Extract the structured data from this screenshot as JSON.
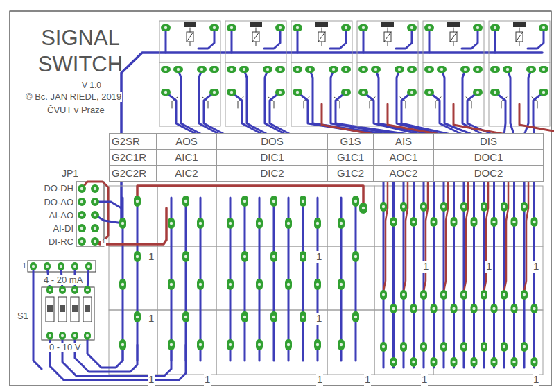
{
  "diagram": {
    "title": "SIGNAL SWITCH",
    "labels": [
      "V 1.0",
      "© Bc. JAN RIEDL, 2019",
      "ČVUT v Praze",
      "G2SR",
      "AOS",
      "DOS",
      "G1S",
      "AIS",
      "DIS",
      "G2C1R",
      "AIC1",
      "DIC1",
      "G1C1",
      "AOC1",
      "DOC1",
      "G2C2R",
      "AIC2",
      "DIC2",
      "G1C2",
      "AOC2",
      "DOC2",
      "JP1",
      "DO-DH",
      "DO-AO",
      "AI-AO",
      "AI-DI",
      "DI-RC",
      "1",
      "1",
      "4 - 20 mA",
      "S1",
      "0 - 10 V",
      "1",
      "1",
      "1",
      "1",
      "1",
      "1",
      "1",
      "1",
      "1",
      "1",
      "1",
      "1",
      "1"
    ]
  }
}
